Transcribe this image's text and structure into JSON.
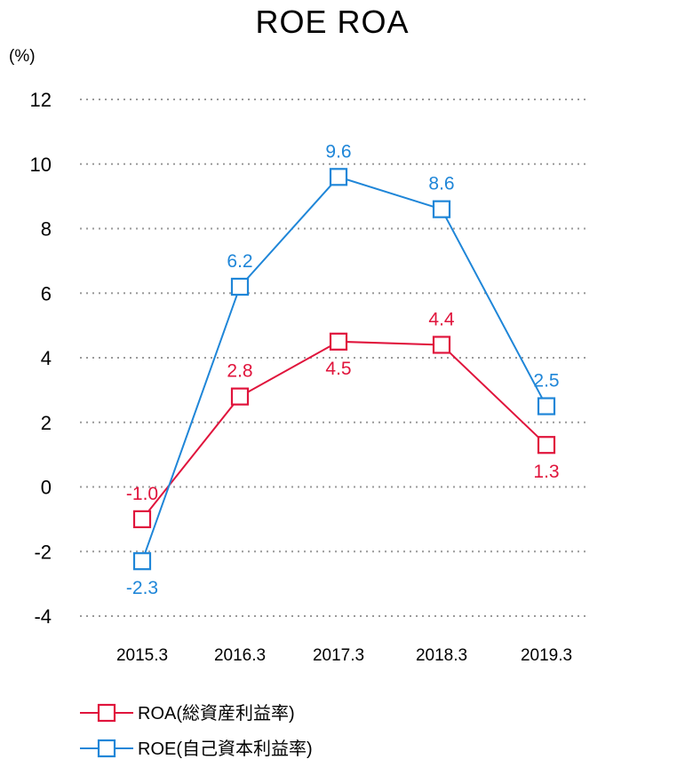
{
  "chart_data": {
    "type": "line",
    "title": "ROE ROA",
    "unit_label": "(%)",
    "xlabel": "",
    "ylabel": "",
    "ylim": [
      -4,
      12
    ],
    "yticks": [
      12,
      10,
      8,
      6,
      4,
      2,
      0,
      -2,
      -4
    ],
    "ytick_labels": [
      "12",
      "10",
      "8",
      "6",
      "4",
      "2",
      "0",
      "-2",
      "-4"
    ],
    "grid": true,
    "legend_position": "bottom-left",
    "categories": [
      "2015.3",
      "2016.3",
      "2017.3",
      "2018.3",
      "2019.3"
    ],
    "series": [
      {
        "name": "ROA(総資産利益率)",
        "color": "#e0143c",
        "marker": "square-open",
        "values": [
          -1.0,
          2.8,
          4.5,
          4.4,
          1.3
        ],
        "labels": [
          "-1.0",
          "2.8",
          "4.5",
          "4.4",
          "1.3"
        ],
        "label_positions": [
          "above",
          "above",
          "below",
          "above",
          "below"
        ]
      },
      {
        "name": "ROE(自己資本利益率)",
        "color": "#1f86d8",
        "marker": "square-open",
        "values": [
          -2.3,
          6.2,
          9.6,
          8.6,
          2.5
        ],
        "labels": [
          "-2.3",
          "6.2",
          "9.6",
          "8.6",
          "2.5"
        ],
        "label_positions": [
          "below",
          "above",
          "above",
          "above",
          "above"
        ]
      }
    ]
  }
}
